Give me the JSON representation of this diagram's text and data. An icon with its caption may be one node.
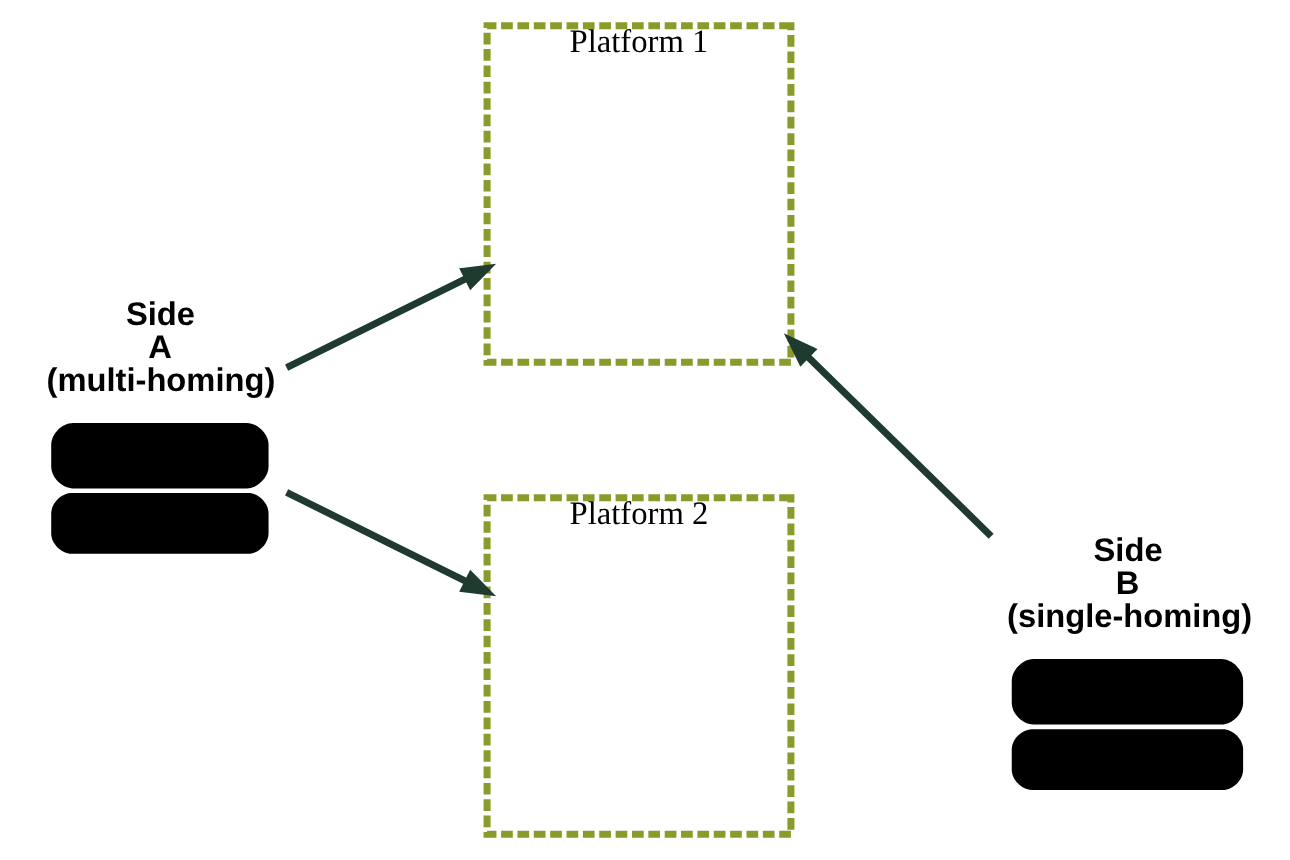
{
  "diagram": {
    "nodes": [
      {
        "text": [
          "Side A (multi-homing)"
        ]
      },
      {
        "text": [
          "Platform 1"
        ]
      },
      {
        "text": [
          "Side B (single-homing)"
        ]
      },
      {
        "text": [
          "Platform 2"
        ]
      }
    ],
    "edges": [
      {
        "from": 0,
        "to": 1,
        "arrow": "to"
      },
      {
        "from": 0,
        "to": 3,
        "arrow": "to"
      },
      {
        "from": 2,
        "to": 1,
        "arrow": "to"
      }
    ]
  }
}
